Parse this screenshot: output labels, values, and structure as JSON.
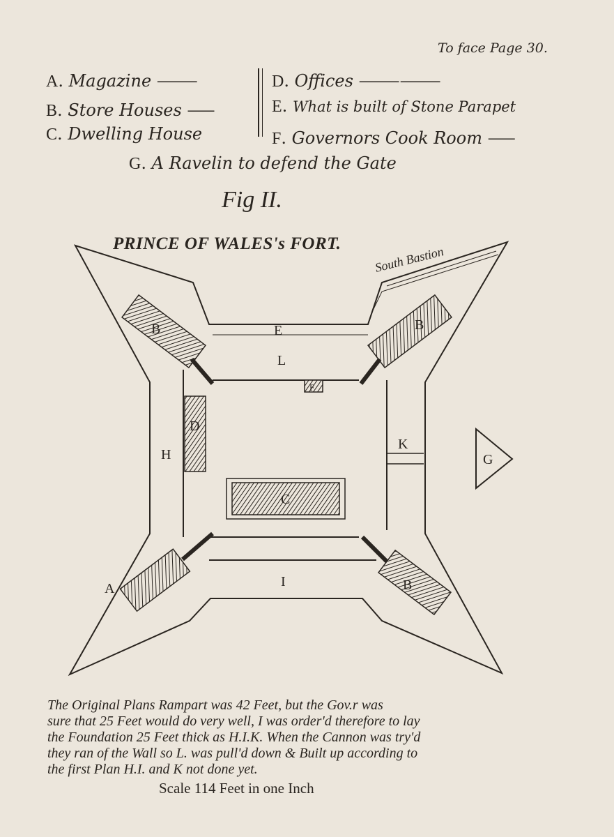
{
  "header": {
    "face_page": "To face Page 30."
  },
  "legend": [
    {
      "key": "A",
      "label": "Magazine"
    },
    {
      "key": "B",
      "label": "Store Houses"
    },
    {
      "key": "C",
      "label": "Dwelling House"
    },
    {
      "key": "D",
      "label": "Offices"
    },
    {
      "key": "E",
      "label": "What is built of Stone Parapet"
    },
    {
      "key": "F",
      "label": "Governors Cook Room"
    },
    {
      "key": "G",
      "label": "A Ravelin to defend the Gate"
    }
  ],
  "figure": {
    "number": "Fig II.",
    "title": "PRINCE OF WALES's FORT.",
    "south_bastion": "South Bastion"
  },
  "plan_labels": {
    "A": "A",
    "B1": "B",
    "B2": "B",
    "B3": "B",
    "C": "C",
    "D": "D",
    "E": "E",
    "F": "F",
    "G": "G",
    "H": "H",
    "I": "I",
    "K": "K",
    "L": "L"
  },
  "note": [
    "The Original Plans Rampart was 42 Feet, but the Gov.r was",
    "sure that 25 Feet would do very well, I was order'd therefore to lay",
    "the Foundation 25 Feet thick as H.I.K. When the Cannon was try'd",
    "they ran of the Wall so L. was pull'd down & Built up according to",
    "the first Plan H.I. and K not done yet."
  ],
  "scale": "Scale 114 Feet in one Inch",
  "colors": {
    "paper": "#ece6dc",
    "ink": "#2a2520"
  }
}
